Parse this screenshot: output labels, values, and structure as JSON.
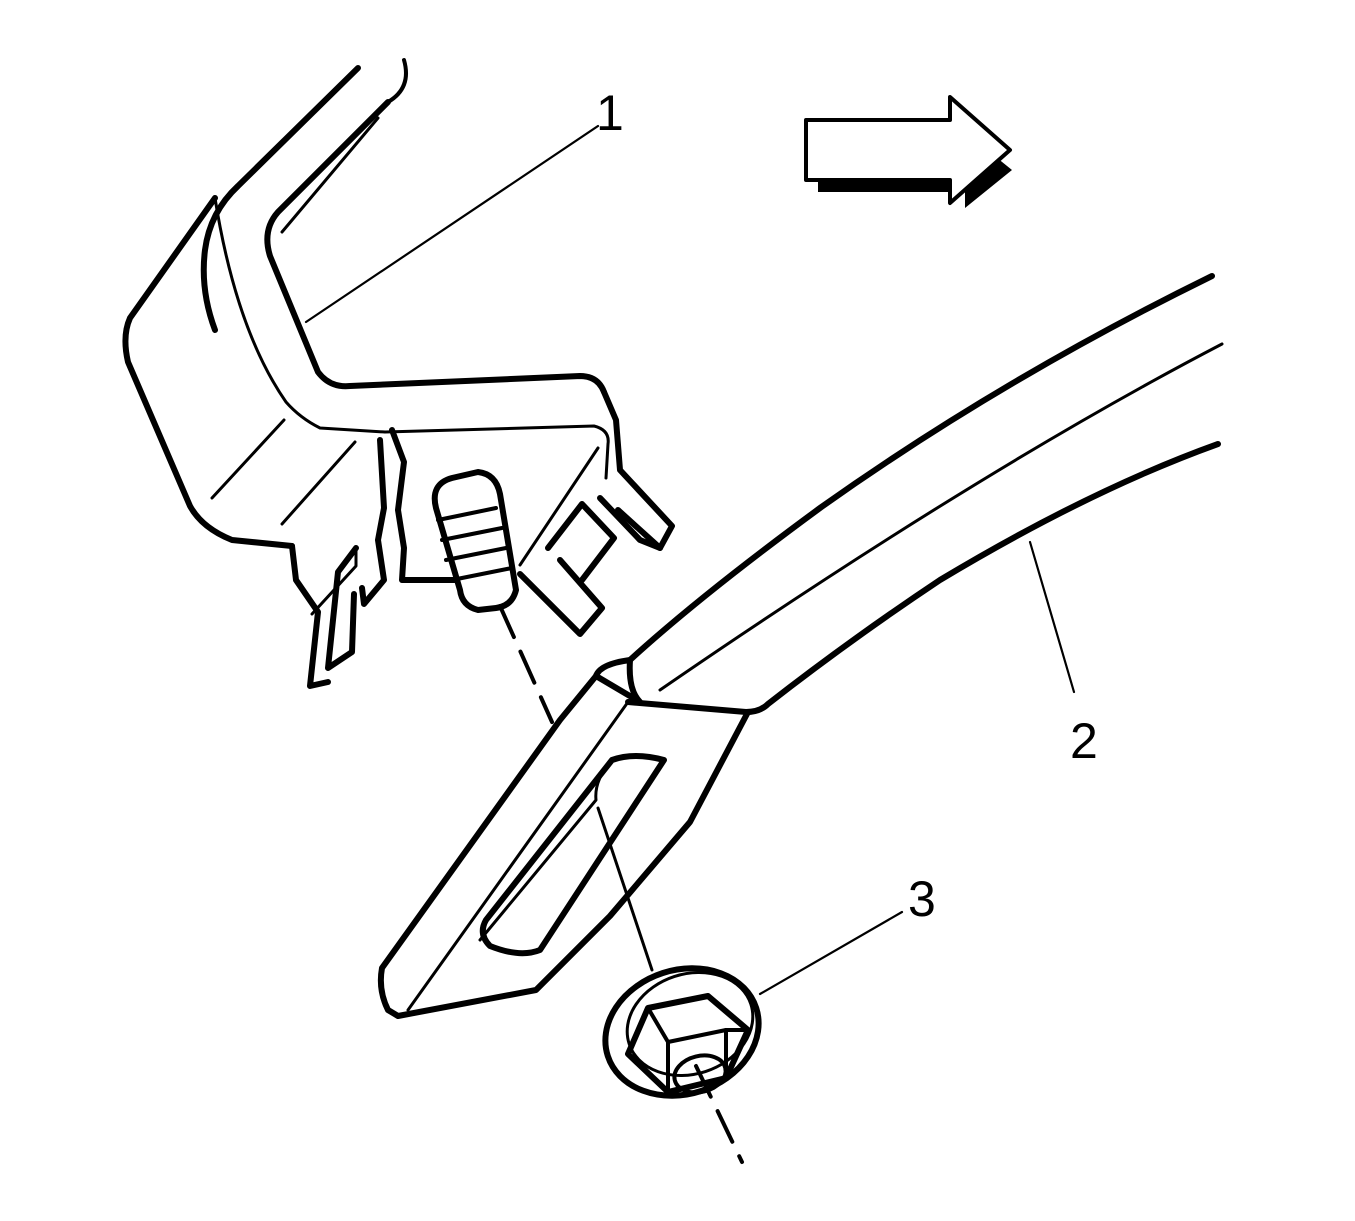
{
  "diagram": {
    "callouts": [
      {
        "id": "1",
        "label": "1"
      },
      {
        "id": "2",
        "label": "2"
      },
      {
        "id": "3",
        "label": "3"
      }
    ],
    "direction_arrow": "arrow-right-icon",
    "colors": {
      "line": "#000000",
      "background": "#ffffff"
    }
  }
}
